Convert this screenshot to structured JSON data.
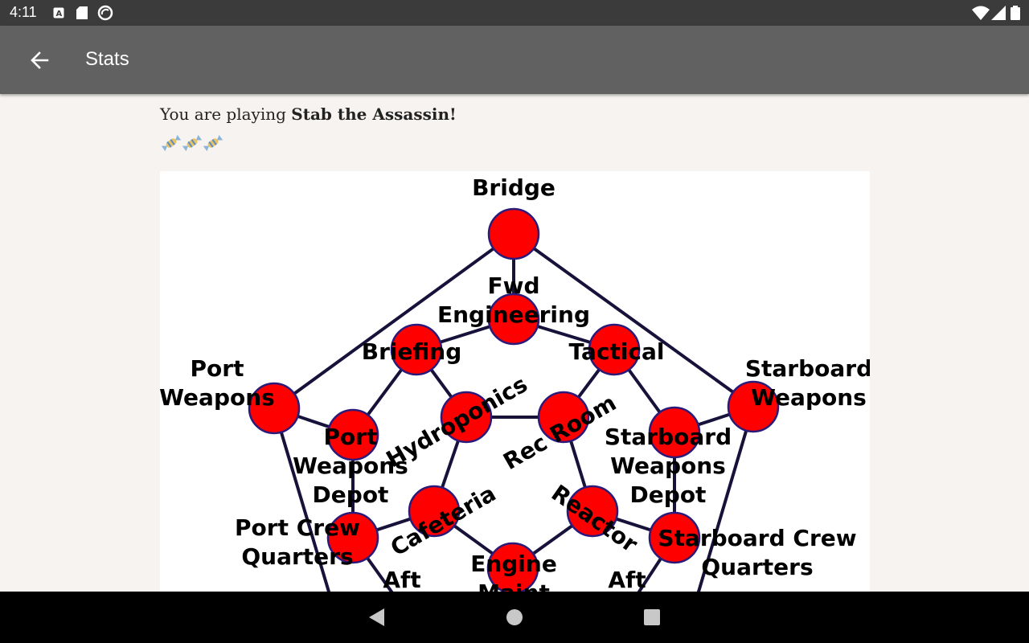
{
  "status_bar": {
    "time": "4:11",
    "left_icons": [
      "a-box-icon",
      "sd-card-icon",
      "sync-circle-icon"
    ],
    "right_icons": [
      "wifi-icon",
      "cell-signal-icon",
      "battery-icon"
    ]
  },
  "app_bar": {
    "title": "Stats"
  },
  "intro": {
    "prefix": "You are playing ",
    "game_name": "Stab the Assassin!"
  },
  "candy_count": 3,
  "map": {
    "rooms": [
      {
        "id": "bridge",
        "label": "Bridge"
      },
      {
        "id": "fwd-engineering",
        "label": "Fwd Engineering"
      },
      {
        "id": "briefing",
        "label": "Briefing"
      },
      {
        "id": "tactical",
        "label": "Tactical"
      },
      {
        "id": "port-weapons",
        "label": "Port Weapons"
      },
      {
        "id": "starboard-weapons",
        "label": "Starboard Weapons"
      },
      {
        "id": "hydroponics",
        "label": "Hydroponics"
      },
      {
        "id": "rec-room",
        "label": "Rec Room"
      },
      {
        "id": "port-weapons-depot",
        "label": "Port Weapons Depot"
      },
      {
        "id": "starboard-weapons-depot",
        "label": "Starboard Weapons Depot"
      },
      {
        "id": "cafeteria",
        "label": "Cafeteria"
      },
      {
        "id": "reactor",
        "label": "Reactor"
      },
      {
        "id": "port-crew-quarters",
        "label": "Port Crew Quarters"
      },
      {
        "id": "starboard-crew-quarters",
        "label": "Starboard Crew Quarters"
      },
      {
        "id": "engine-maint",
        "label": "Engine Maint"
      },
      {
        "id": "aft-left",
        "label": "Aft"
      },
      {
        "id": "aft-right",
        "label": "Aft"
      }
    ],
    "node_color": "#ff0000",
    "edge_color": "#16123a"
  },
  "nav": {
    "back": "back-triangle",
    "home": "home-circle",
    "recents": "recents-square"
  }
}
